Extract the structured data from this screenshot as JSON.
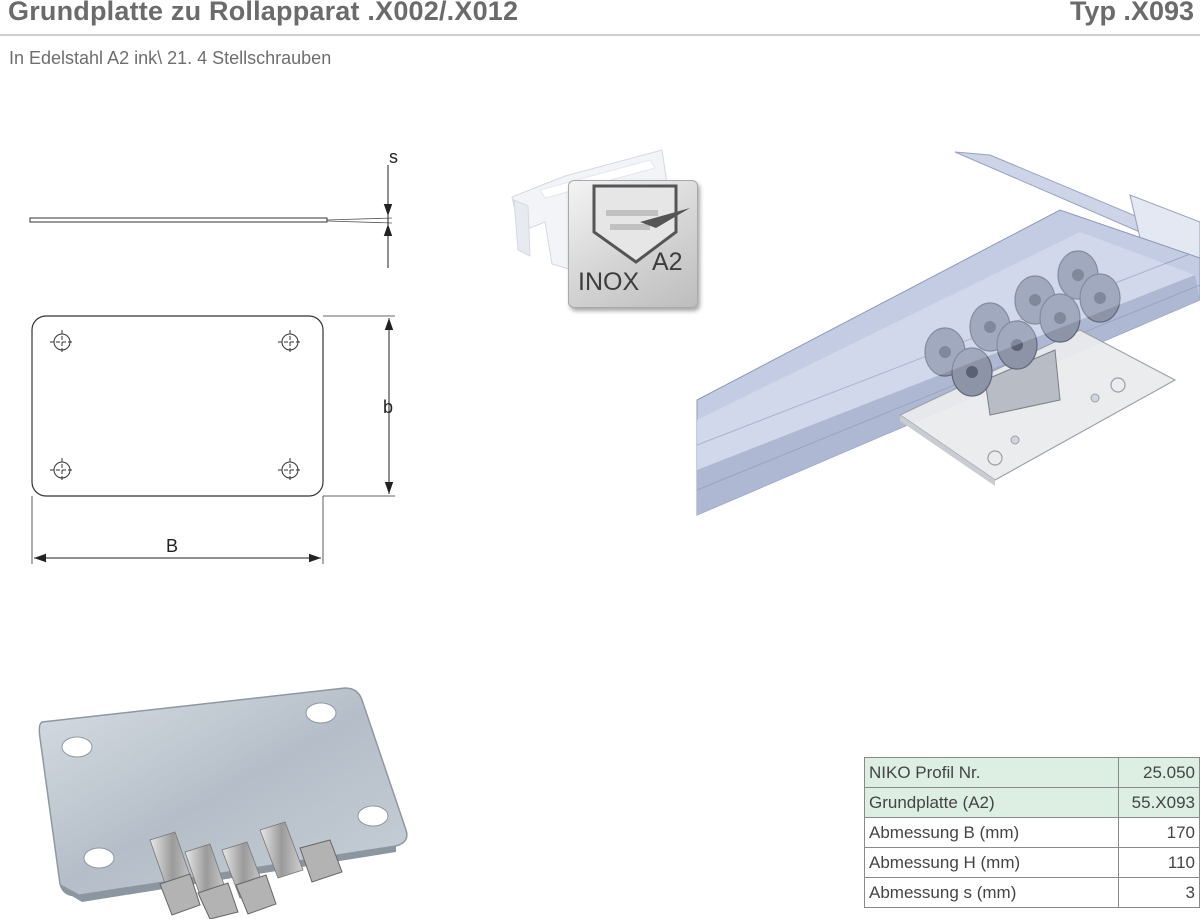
{
  "header": {
    "title": "Grundplatte zu Rollapparat .X002/.X012",
    "type_code": "Typ .X093",
    "subtitle": "In Edelstahl A2 ink\\ 21. 4 Stellschrauben"
  },
  "drawing": {
    "dim_s": "s",
    "dim_b": "b",
    "dim_B": "B"
  },
  "badge": {
    "inox": "INOX",
    "grade": "A2"
  },
  "specs": {
    "rows": [
      {
        "label": "NIKO Profil Nr.",
        "value": "25.050"
      },
      {
        "label": "Grundplatte (A2)",
        "value": "55.X093"
      },
      {
        "label": "Abmessung B (mm)",
        "value": "170"
      },
      {
        "label": "Abmessung H (mm)",
        "value": "110"
      },
      {
        "label": "Abmessung s (mm)",
        "value": "3"
      }
    ]
  },
  "colors": {
    "highlight_row": "#dcefe2",
    "heading": "#6b6b6b",
    "aluminium_profile": "#b9c2dc"
  }
}
